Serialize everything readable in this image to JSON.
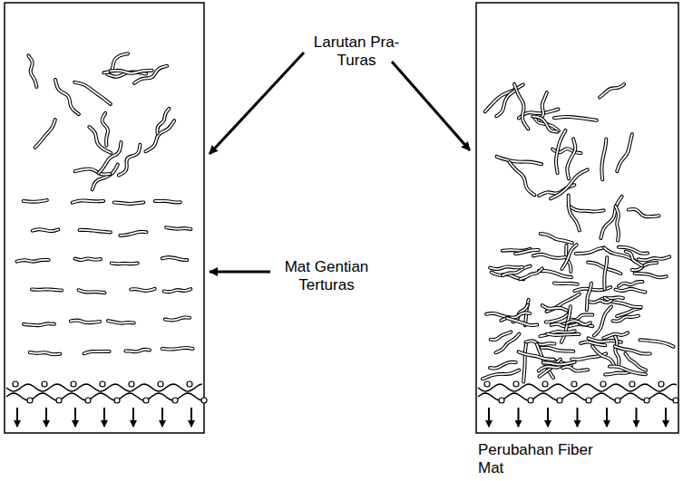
{
  "diagram": {
    "labels": [
      "Larutan Pra-Turas",
      "Mat Gentian Terturas",
      "Perubahan Fiber Mat"
    ]
  }
}
